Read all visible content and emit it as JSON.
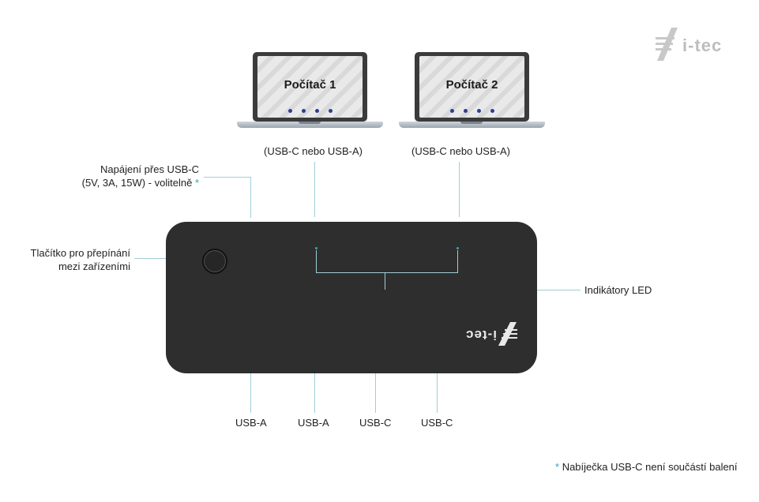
{
  "brand": "i-tec",
  "computers": [
    {
      "title": "Počítač 1",
      "connection": "(USB-C nebo USB-A)"
    },
    {
      "title": "Počítač 2",
      "connection": "(USB-C nebo USB-A)"
    }
  ],
  "labels": {
    "power_line1": "Napájení přes USB-C",
    "power_line2": "(5V, 3A, 15W) - volitelně",
    "asterisk": "*",
    "switch_line1": "Tlačítko pro přepínání",
    "switch_line2": "mezi zařízeními",
    "led": "Indikátory LED"
  },
  "ports": [
    "USB-A",
    "USB-A",
    "USB-C",
    "USB-C"
  ],
  "footnote": {
    "asterisk": "*",
    "text": "Nabíječka USB-C není součástí balení"
  },
  "colors": {
    "accent": "#2fa6b5",
    "hub": "#2e2e2e",
    "line": "#9fcfd6"
  }
}
